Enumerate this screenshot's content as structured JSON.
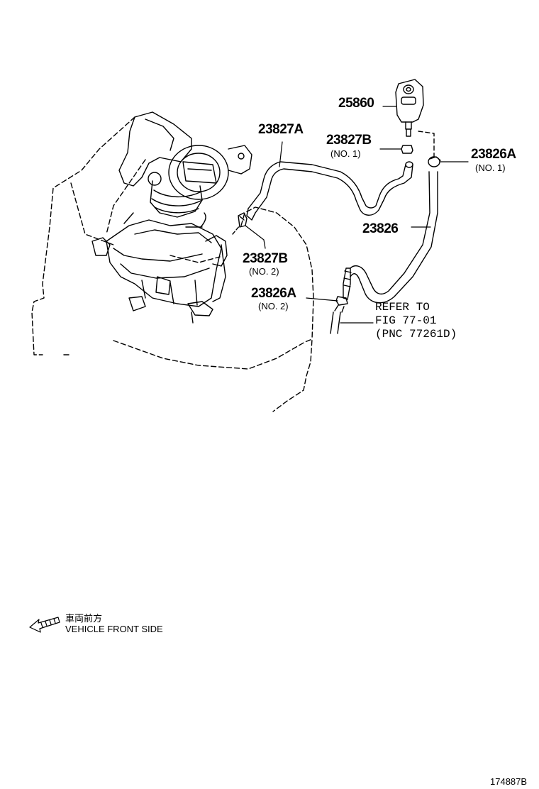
{
  "parts": [
    {
      "id": "25860",
      "label": "25860",
      "sub": ""
    },
    {
      "id": "23827A",
      "label": "23827A",
      "sub": ""
    },
    {
      "id": "23827B-1",
      "label": "23827B",
      "sub": "(NO. 1)"
    },
    {
      "id": "23826A-1",
      "label": "23826A",
      "sub": "(NO. 1)"
    },
    {
      "id": "23826",
      "label": "23826",
      "sub": ""
    },
    {
      "id": "23827B-2",
      "label": "23827B",
      "sub": "(NO. 2)"
    },
    {
      "id": "23826A-2",
      "label": "23826A",
      "sub": "(NO. 2)"
    }
  ],
  "reference": {
    "line1": "REFER TO",
    "line2": "FIG 77-01",
    "line3": "(PNC 77261D)"
  },
  "vehicle_front": {
    "label_jp": "車両前方",
    "label_en": "VEHICLE FRONT SIDE",
    "icon": "arrow-left-icon"
  },
  "figure_number": "174887B",
  "colors": {
    "line": "#000000",
    "background": "#ffffff"
  }
}
